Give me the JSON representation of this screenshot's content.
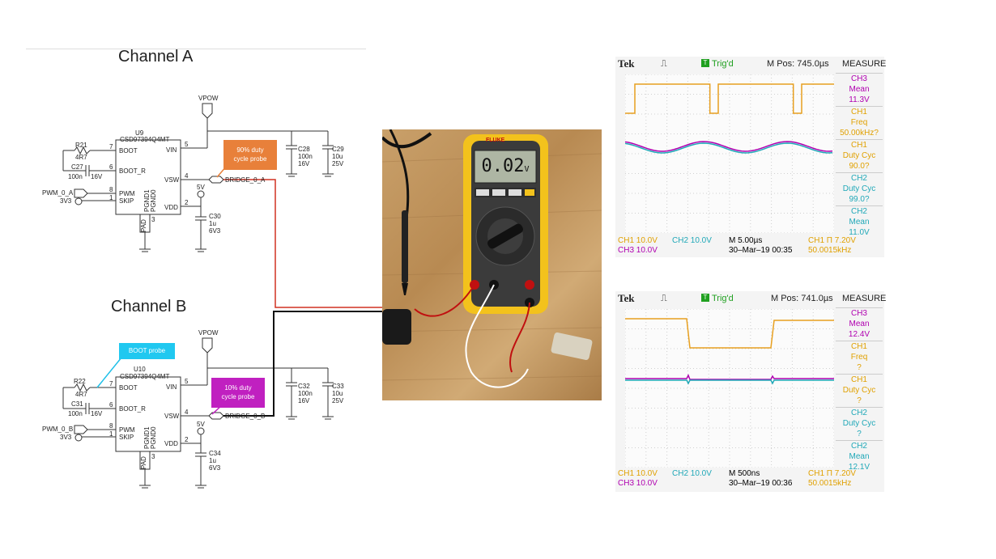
{
  "schematic": {
    "channel_a": {
      "heading": "Channel A",
      "vpow": "VPOW",
      "ic_ref": "U9",
      "ic_part": "CSD97394Q4MT",
      "pins": {
        "boot": "BOOT",
        "boot_r": "BOOT_R",
        "pwm": "PWM",
        "skip": "SKIP",
        "vin": "VIN",
        "vsw": "VSW",
        "vdd": "VDD",
        "pgnd1": "PGND1",
        "pgnd0": "PGND0",
        "pad": "PAD"
      },
      "pin_nums": {
        "boot": "7",
        "boot_r": "6",
        "pwm": "8",
        "skip": "1",
        "vin": "5",
        "vsw": "4",
        "vdd": "2",
        "pad": "3"
      },
      "r_ref": "R21",
      "r_val": "4R7",
      "c_boot_ref": "C27",
      "c_boot_val": "100n",
      "c_boot_v": "16V",
      "pwm_net": "PWM_0_A",
      "v3v3": "3V3",
      "bridge_net": "BRIDGE_0_A",
      "v5": "5V",
      "c_vdd_ref": "C30",
      "c_vdd_val": "1u",
      "c_vdd_v": "6V3",
      "c_in1_ref": "C28",
      "c_in1_val": "100n",
      "c_in1_v": "16V",
      "c_in2_ref": "C29",
      "c_in2_val": "10u",
      "c_in2_v": "25V",
      "probe_line1": "90% duty",
      "probe_line2": "cycle probe"
    },
    "channel_b": {
      "heading": "Channel B",
      "vpow": "VPOW",
      "ic_ref": "U10",
      "ic_part": "CSD97394Q4MT",
      "pins": {
        "boot": "BOOT",
        "boot_r": "BOOT_R",
        "pwm": "PWM",
        "skip": "SKIP",
        "vin": "VIN",
        "vsw": "VSW",
        "vdd": "VDD",
        "pgnd1": "PGND1",
        "pgnd0": "PGND0",
        "pad": "PAD"
      },
      "pin_nums": {
        "boot": "7",
        "boot_r": "6",
        "pwm": "8",
        "skip": "1",
        "vin": "5",
        "vsw": "4",
        "vdd": "2",
        "pad": "3"
      },
      "r_ref": "R22",
      "r_val": "4R7",
      "c_boot_ref": "C31",
      "c_boot_val": "100n",
      "c_boot_v": "16V",
      "pwm_net": "PWM_0_B",
      "v3v3": "3V3",
      "bridge_net": "BRIDGE_0_B",
      "v5": "5V",
      "c_vdd_ref": "C34",
      "c_vdd_val": "1u",
      "c_vdd_v": "6V3",
      "c_in1_ref": "C32",
      "c_in1_val": "100n",
      "c_in1_v": "16V",
      "c_in2_ref": "C33",
      "c_in2_val": "10u",
      "c_in2_v": "25V",
      "probe_line1": "10% duty",
      "probe_line2": "cycle probe",
      "boot_probe": "BOOT probe"
    }
  },
  "multimeter": {
    "brand": "FLUKE",
    "reading": "0.02",
    "unit": "V"
  },
  "scope1": {
    "brand": "Tek",
    "trig": "Trig'd",
    "mpos": "M Pos: 745.0µs",
    "measure": "MEASURE",
    "measurements": [
      {
        "ch": "CH3",
        "label": "Mean",
        "value": "11.3V",
        "color": "#b000b0"
      },
      {
        "ch": "CH1",
        "label": "Freq",
        "value": "50.00kHz?",
        "color": "#e0a000"
      },
      {
        "ch": "CH1",
        "label": "Duty Cyc",
        "value": "90.0?",
        "color": "#e0a000"
      },
      {
        "ch": "CH2",
        "label": "Duty Cyc",
        "value": "99.0?",
        "color": "#20a8b8"
      },
      {
        "ch": "CH2",
        "label": "Mean",
        "value": "11.0V",
        "color": "#20a8b8"
      }
    ],
    "footer": {
      "ch1": "CH1  10.0V",
      "ch2": "CH2  10.0V",
      "ch3": "CH3  10.0V",
      "timebase": "M 5.00µs",
      "date": "30–Mar–19 00:35",
      "trigger": "CH1  Π  7.20V",
      "freq": "50.0015kHz"
    },
    "trace": {
      "duty": 0.9,
      "periods_visible": 2.5
    }
  },
  "scope2": {
    "brand": "Tek",
    "trig": "Trig'd",
    "mpos": "M Pos: 741.0µs",
    "measure": "MEASURE",
    "measurements": [
      {
        "ch": "CH3",
        "label": "Mean",
        "value": "12.4V",
        "color": "#b000b0"
      },
      {
        "ch": "CH1",
        "label": "Freq",
        "value": "?",
        "color": "#e0a000"
      },
      {
        "ch": "CH1",
        "label": "Duty Cyc",
        "value": "?",
        "color": "#e0a000"
      },
      {
        "ch": "CH2",
        "label": "Duty Cyc",
        "value": "?",
        "color": "#20a8b8"
      },
      {
        "ch": "CH2",
        "label": "Mean",
        "value": "12.1V",
        "color": "#20a8b8"
      }
    ],
    "footer": {
      "ch1": "CH1  10.0V",
      "ch2": "CH2  10.0V",
      "ch3": "CH3  10.0V",
      "timebase": "M 500ns",
      "date": "30–Mar–19 00:36",
      "trigger": "CH1  Π  7.20V",
      "freq": "50.0015kHz"
    }
  },
  "colors": {
    "probe_a": "#e8803a",
    "probe_b": "#c020c0",
    "boot_probe": "#20c0e8",
    "ch1": "#e8a020",
    "ch2": "#20a8b8",
    "ch3": "#b000b0",
    "wire_red": "#d03020",
    "wire_black": "#111111"
  }
}
